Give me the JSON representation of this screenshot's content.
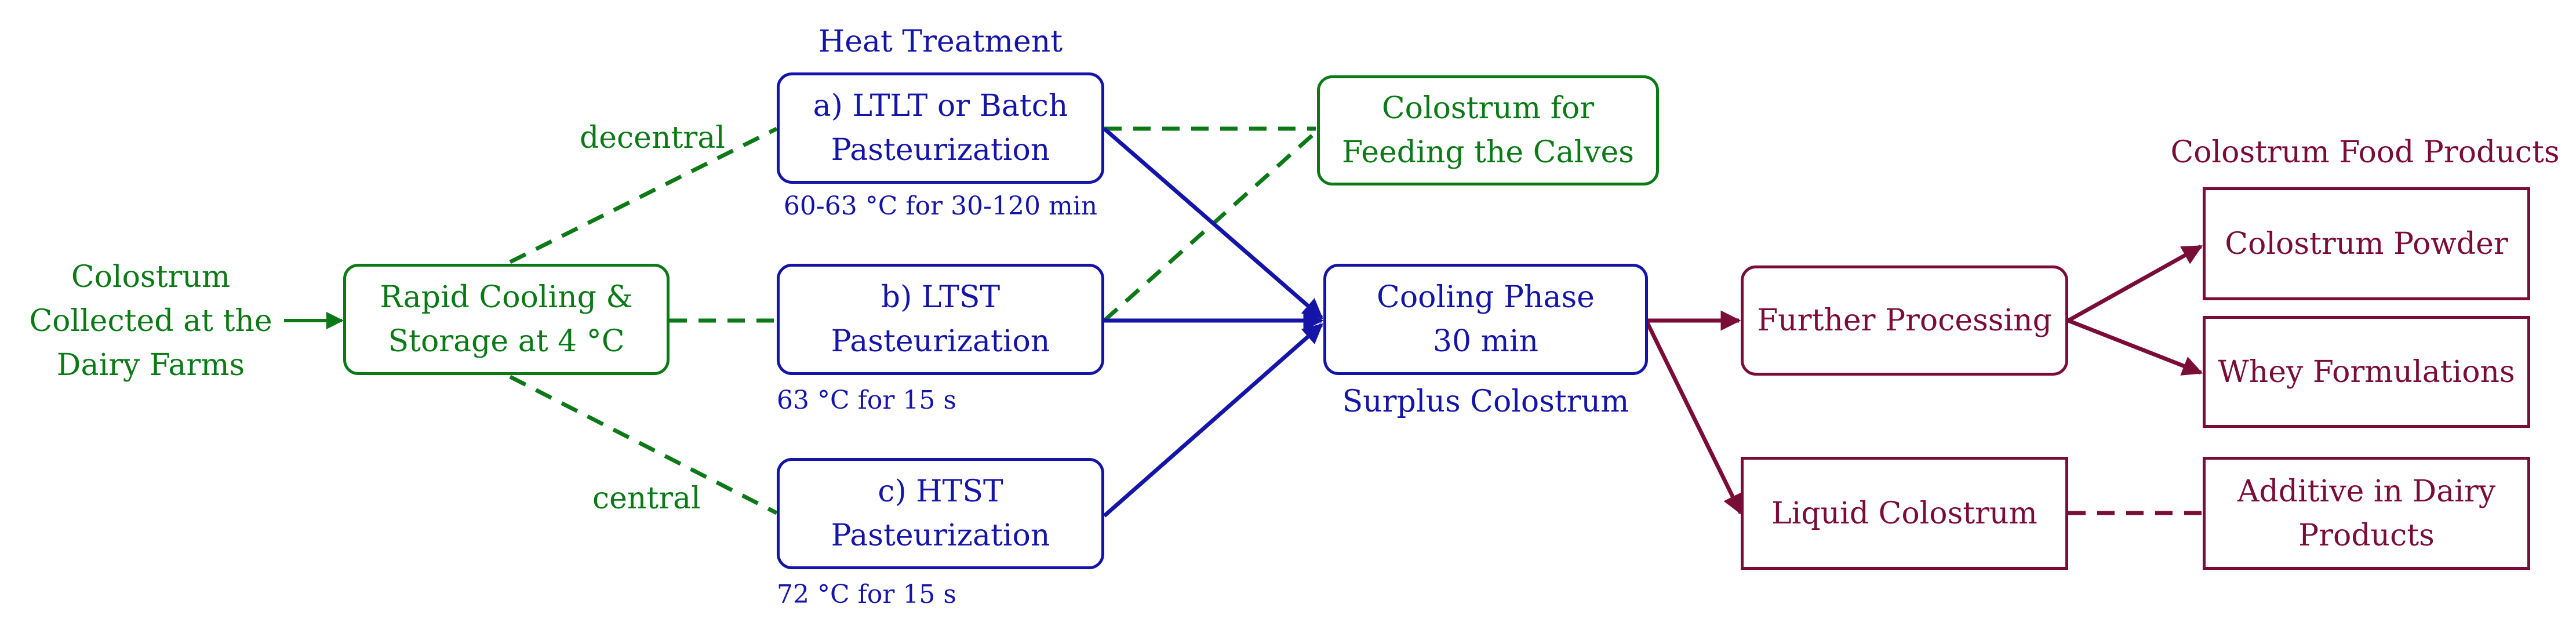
{
  "start": {
    "line1": "Colostrum",
    "line2": "Collected at the",
    "line3": "Dairy Farms"
  },
  "cooling_storage": {
    "line1": "Rapid Cooling &",
    "line2": "Storage at 4 °C"
  },
  "edge_labels": {
    "decentral": "decentral",
    "central": "central"
  },
  "heat_treatment": {
    "title": "Heat Treatment",
    "a": {
      "line1": "a) LTLT or Batch",
      "line2": "Pasteurization",
      "condition": "60-63 °C for 30-120 min"
    },
    "b": {
      "line1": "b) LTST",
      "line2": "Pasteurization",
      "condition": "63 °C for 15 s"
    },
    "c": {
      "line1": "c) HTST",
      "line2": "Pasteurization",
      "condition": "72 °C for 15 s"
    }
  },
  "feeding": {
    "line1": "Colostrum for",
    "line2": "Feeding the Calves"
  },
  "cooling_phase": {
    "line1": "Cooling Phase",
    "line2": "30 min",
    "caption": "Surplus Colostrum"
  },
  "further_processing": {
    "label": "Further Processing"
  },
  "liquid_colostrum": {
    "label": "Liquid Colostrum"
  },
  "food_products": {
    "title": "Colostrum Food Products",
    "powder": "Colostrum Powder",
    "whey": "Whey Formulations",
    "additive": {
      "line1": "Additive in Dairy",
      "line2": "Products"
    }
  },
  "colors": {
    "green": "#0b7a16",
    "blue": "#1414a8",
    "maroon": "#7a0c38"
  }
}
